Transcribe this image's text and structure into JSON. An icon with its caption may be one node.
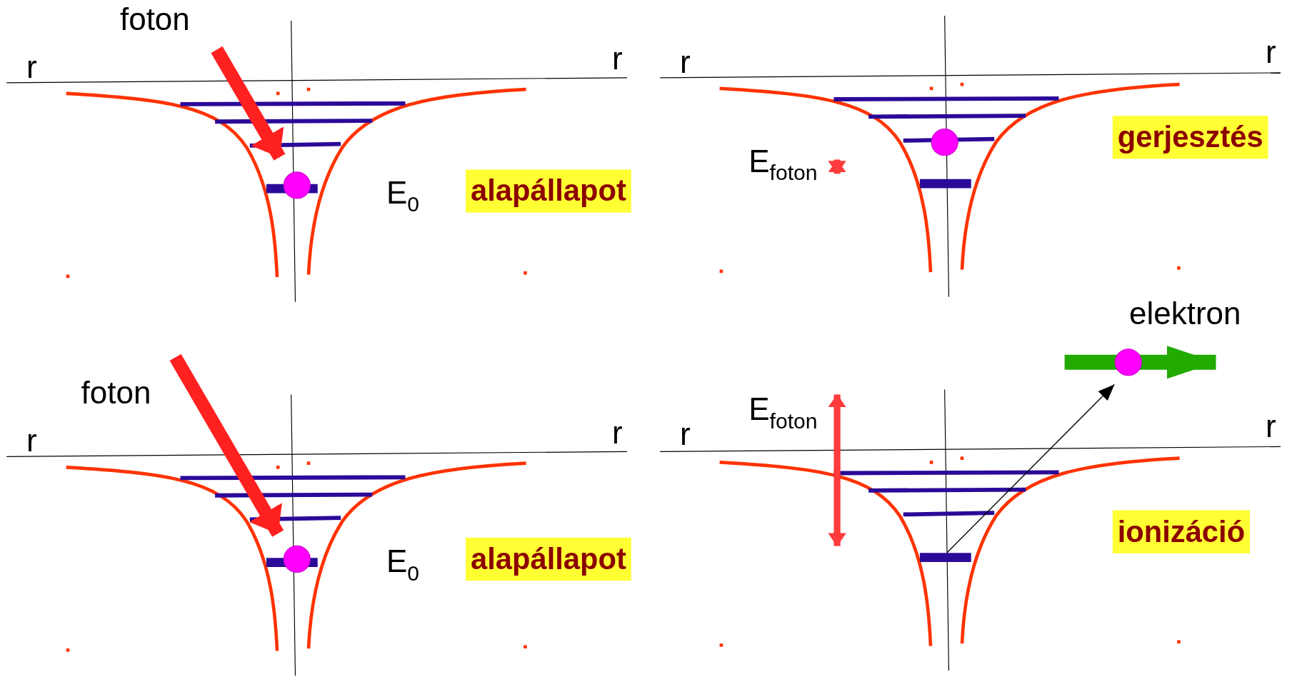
{
  "diagram": {
    "labels": [
      "foton",
      "r",
      "r",
      "E$_{0}$",
      "alapállapot",
      "r",
      "r",
      "gerjesztés",
      "E$_{foton}$",
      "foton",
      "r",
      "r",
      "E$_{0}$",
      "alapállapot",
      "elektron",
      "E$_{foton}$",
      "r",
      "r",
      "ionizáció"
    ]
  }
}
